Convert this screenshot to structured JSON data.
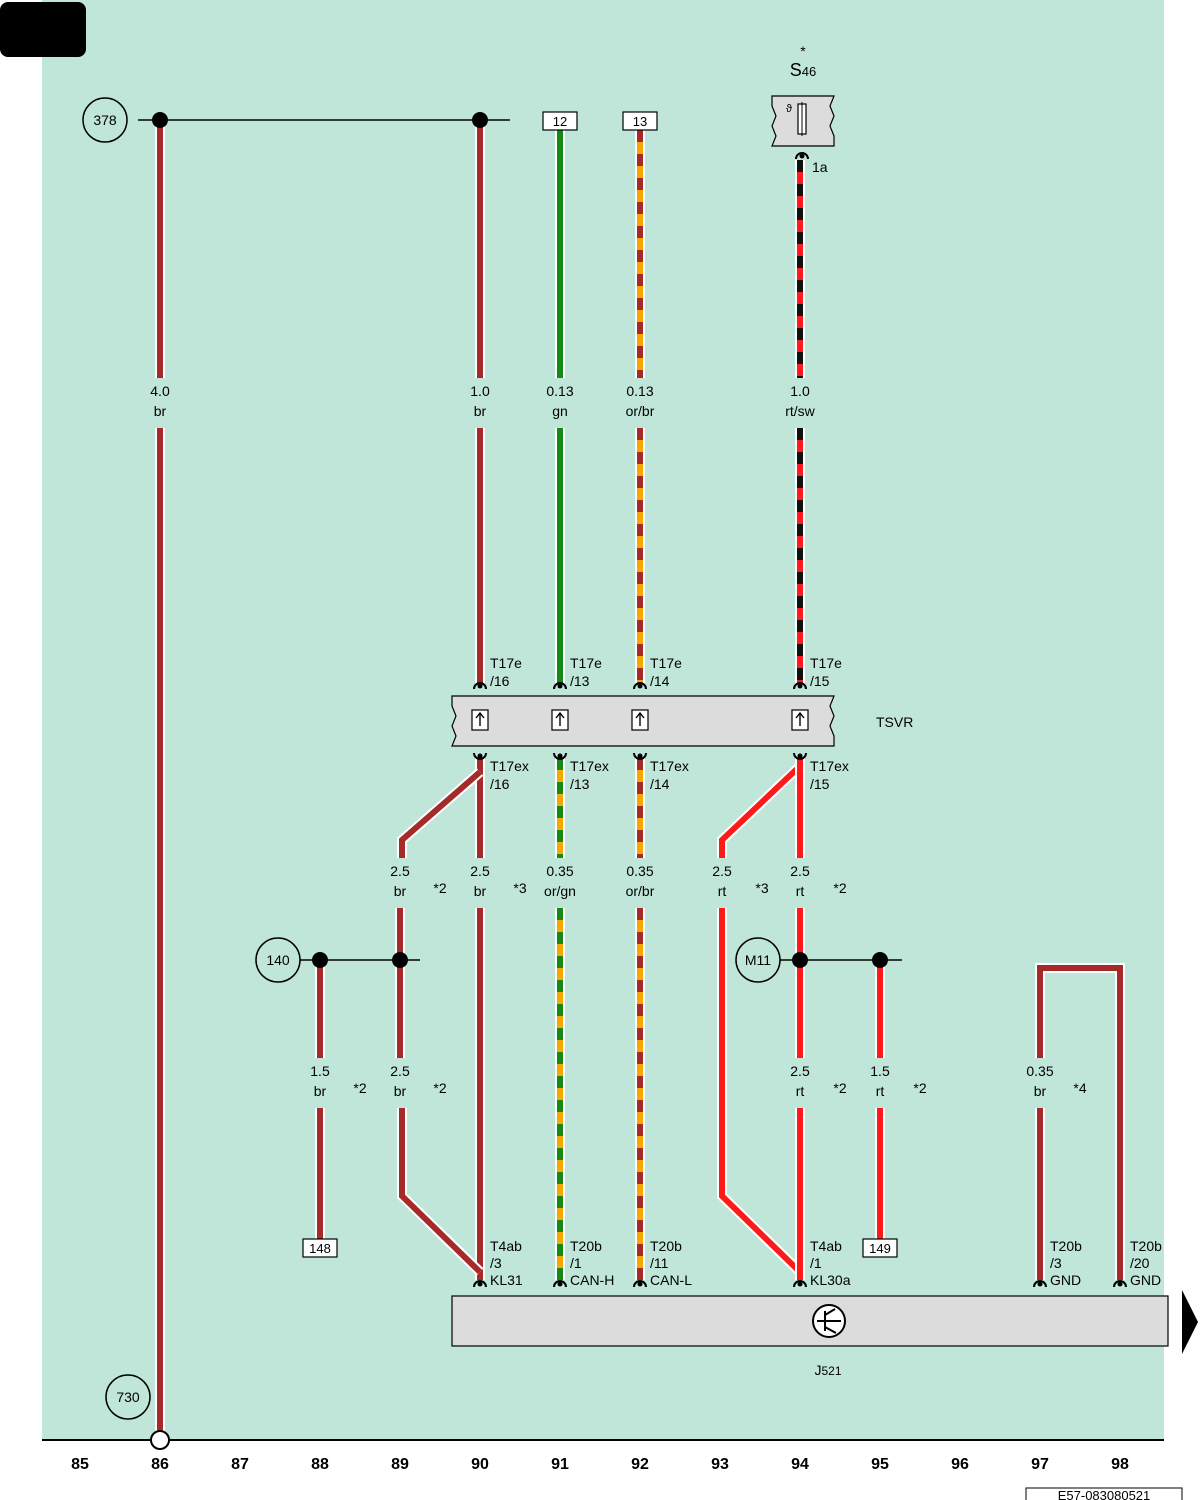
{
  "colors": {
    "background": "#c0e6da",
    "br": "#a52a2a",
    "gn": "#138a13",
    "or": "#f5a800",
    "rt": "#ff1a1a",
    "sw": "#111111",
    "component_fill": "#dcdcdc"
  },
  "columns": [
    "85",
    "86",
    "87",
    "88",
    "89",
    "90",
    "91",
    "92",
    "93",
    "94",
    "95",
    "96",
    "97",
    "98"
  ],
  "doc_code": "E57-083080521",
  "fuse": {
    "name": "S",
    "subscript": "46",
    "star": "*",
    "pin": "1a",
    "icon": "fuse-icon"
  },
  "circle_refs": {
    "top_left": "378",
    "left_mid": "140",
    "ground_m11": "M11",
    "bottom": "730"
  },
  "box_refs": {
    "c91": "12",
    "c92": "13",
    "c88": "148",
    "c95": "149"
  },
  "upper_wires": [
    {
      "col": "86",
      "size": "4.0",
      "color": "br"
    },
    {
      "col": "90",
      "size": "1.0",
      "color": "br"
    },
    {
      "col": "91",
      "size": "0.13",
      "color": "gn"
    },
    {
      "col": "92",
      "size": "0.13",
      "color": "or/br"
    },
    {
      "col": "94",
      "size": "1.0",
      "color": "rt/sw"
    }
  ],
  "tsvr": {
    "label": "TSVR",
    "icon": "connector-pin-icon",
    "top_pins": [
      {
        "col": "90",
        "l1": "T17e",
        "l2": "/16"
      },
      {
        "col": "91",
        "l1": "T17e",
        "l2": "/13"
      },
      {
        "col": "92",
        "l1": "T17e",
        "l2": "/14"
      },
      {
        "col": "94",
        "l1": "T17e",
        "l2": "/15"
      }
    ],
    "bottom_pins": [
      {
        "col": "90",
        "l1": "T17ex",
        "l2": "/16"
      },
      {
        "col": "91",
        "l1": "T17ex",
        "l2": "/13"
      },
      {
        "col": "92",
        "l1": "T17ex",
        "l2": "/14"
      },
      {
        "col": "94",
        "l1": "T17ex",
        "l2": "/15"
      }
    ]
  },
  "mid_wires": [
    {
      "col": "89",
      "size": "2.5",
      "color": "br",
      "note": "*2"
    },
    {
      "col": "90",
      "size": "2.5",
      "color": "br",
      "note": "*3"
    },
    {
      "col": "91",
      "size": "0.35",
      "color": "or/gn",
      "note": ""
    },
    {
      "col": "92",
      "size": "0.35",
      "color": "or/br",
      "note": ""
    },
    {
      "col": "93",
      "size": "2.5",
      "color": "rt",
      "note": "*3"
    },
    {
      "col": "94",
      "size": "2.5",
      "color": "rt",
      "note": "*2"
    }
  ],
  "lower_wires": [
    {
      "col": "88",
      "size": "1.5",
      "color": "br",
      "note": "*2"
    },
    {
      "col": "89",
      "size": "2.5",
      "color": "br",
      "note": "*2"
    },
    {
      "col": "94",
      "size": "2.5",
      "color": "rt",
      "note": "*2"
    },
    {
      "col": "95",
      "size": "1.5",
      "color": "rt",
      "note": "*2"
    },
    {
      "col": "97",
      "size": "0.35",
      "color": "br",
      "note": "*4"
    }
  ],
  "j521": {
    "name": "J",
    "subscript": "521",
    "icon": "control-unit-icon",
    "pins": [
      {
        "col": "90",
        "l1": "T4ab",
        "l2": "/3",
        "l3": "KL31"
      },
      {
        "col": "91",
        "l1": "T20b",
        "l2": "/1",
        "l3": "CAN-H"
      },
      {
        "col": "92",
        "l1": "T20b",
        "l2": "/11",
        "l3": "CAN-L"
      },
      {
        "col": "94",
        "l1": "T4ab",
        "l2": "/1",
        "l3": "KL30a"
      },
      {
        "col": "97",
        "l1": "T20b",
        "l2": "/3",
        "l3": "GND"
      },
      {
        "col": "98",
        "l1": "T20b",
        "l2": "/20",
        "l3": "GND"
      }
    ]
  },
  "icons": {
    "continue": "continue-arrow-icon",
    "junction": "splice-dot-icon",
    "corner_tab": "corner-tab"
  }
}
